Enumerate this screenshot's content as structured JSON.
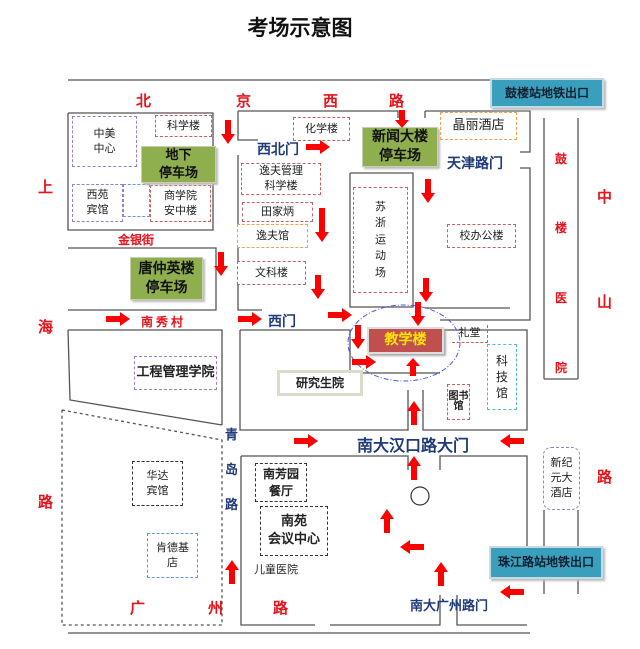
{
  "title": "考场示意图",
  "roads": {
    "north": [
      "北",
      "京",
      "西",
      "路"
    ],
    "west": [
      "上",
      "海",
      "路"
    ],
    "south": [
      "广",
      "州",
      "路"
    ],
    "east": [
      "中",
      "山",
      "路"
    ],
    "gulou_hospital": [
      "鼓",
      "楼",
      "医",
      "院"
    ],
    "qingdao": [
      "青",
      "岛",
      "路"
    ],
    "jinyin": "金银街",
    "nanxiu": "南秀村"
  },
  "gates": {
    "northwest": "西北门",
    "tianjin": "天津路门",
    "west": "西门",
    "hankou": "南大汉口路大门",
    "guangzhou": "南大广州路门"
  },
  "metro": {
    "gulou": "鼓楼站地铁出口",
    "zhujiang": "珠江路站地铁出口"
  },
  "parking": {
    "underground": "地下\n停车场",
    "tangzhongying": "唐仲英楼\n停车场",
    "xinwen": "新闻大楼\n停车场"
  },
  "target": "教学楼",
  "buildings": {
    "zhongmei": "中美\n中心",
    "kexue": "科学楼",
    "xiyuan": "西苑\n宾馆",
    "shangxueyuan": "商学院\n安中楼",
    "huaxue": "化学楼",
    "yifu_mgmt": "逸夫管理\n科学楼",
    "tianjiabing": "田家炳",
    "yifuguan": "逸夫馆",
    "wenke": "文科楼",
    "jingli": "晶丽酒店",
    "suzhe": "苏\n浙\n运\n动\n场",
    "xiaoban": "校办公楼",
    "litang": "礼堂",
    "keji": "科\n技\n馆",
    "library": "图书馆",
    "graduate": "研究生院",
    "engineering": "工程管理学院",
    "huada": "华达\n宾馆",
    "kfc": "肯德基\n店",
    "nanfangyuan": "南芳园\n餐厅",
    "nanyuan": "南苑\n会议中心",
    "children_hospital": "儿童医院",
    "xinjiyuan": "新纪\n元大\n酒店"
  },
  "colors": {
    "arrow": "#ff0000",
    "road_label": "#e8121a",
    "gate_label": "#1f3a78",
    "target": "#c0504d",
    "parking": "#8fae4e",
    "metro": "#3a9fbd"
  }
}
